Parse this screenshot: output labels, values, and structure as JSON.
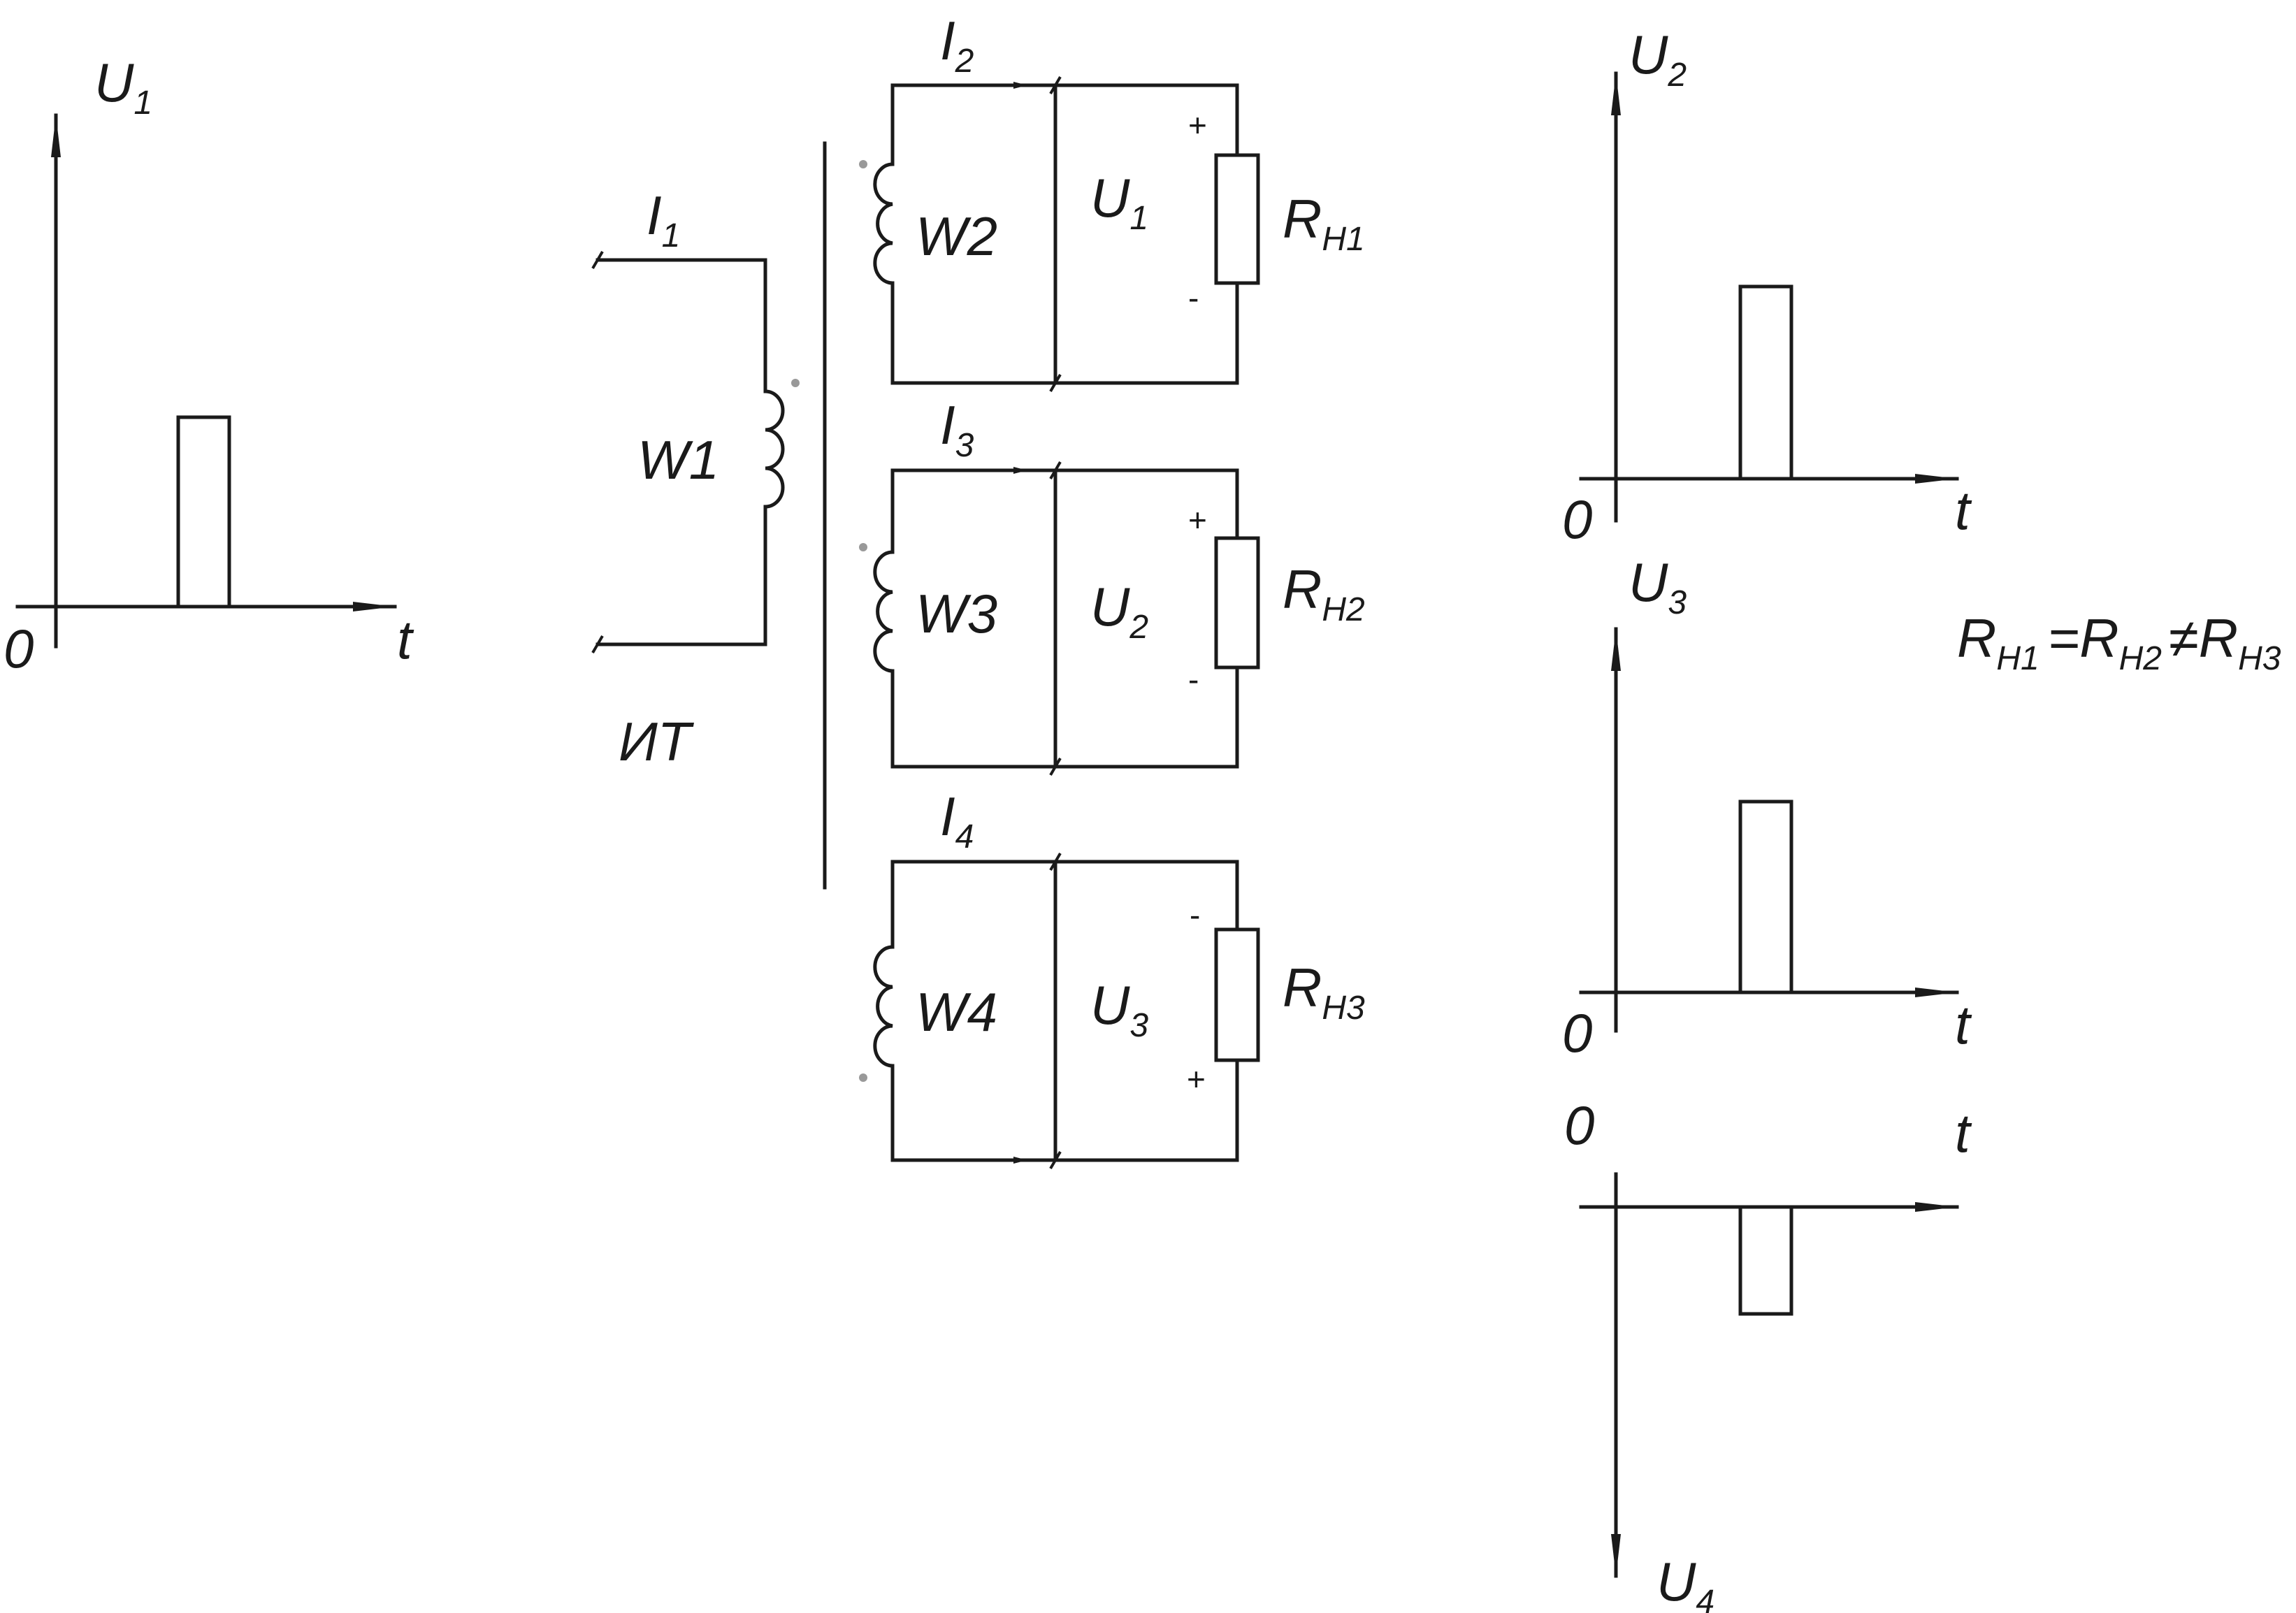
{
  "colors": {
    "line": "#1a1a1a",
    "background": "#ffffff",
    "dot": "#999999"
  },
  "labels": {
    "origin": "0",
    "time": "t",
    "transformer": "ИТ",
    "u": "U",
    "i": "I",
    "r": "R",
    "h_sub": "H",
    "eq": "=",
    "neq": "≠"
  },
  "left_plot": {
    "axis": "U",
    "axis_sub": "1"
  },
  "primary": {
    "current": "I",
    "current_sub": "1",
    "winding": "W1"
  },
  "secondaries": [
    {
      "winding": "W2",
      "current": "I",
      "current_sub": "2",
      "voltage": "U",
      "voltage_sub": "1",
      "load": "R",
      "load_sub": "H1",
      "pol_top": "+",
      "pol_bottom": "-"
    },
    {
      "winding": "W3",
      "current": "I",
      "current_sub": "3",
      "voltage": "U",
      "voltage_sub": "2",
      "load": "R",
      "load_sub": "H2",
      "pol_top": "+",
      "pol_bottom": "-"
    },
    {
      "winding": "W4",
      "current": "I",
      "current_sub": "4",
      "voltage": "U",
      "voltage_sub": "3",
      "load": "R",
      "load_sub": "H3",
      "pol_top": "-",
      "pol_bottom": "+"
    }
  ],
  "right_plots": [
    {
      "axis": "U",
      "axis_sub": "2"
    },
    {
      "axis": "U",
      "axis_sub": "3"
    },
    {
      "axis": "U",
      "axis_sub": "4"
    }
  ],
  "relation": {
    "r1_sub": "H1",
    "r2_sub": "H2",
    "r3_sub": "H3"
  }
}
